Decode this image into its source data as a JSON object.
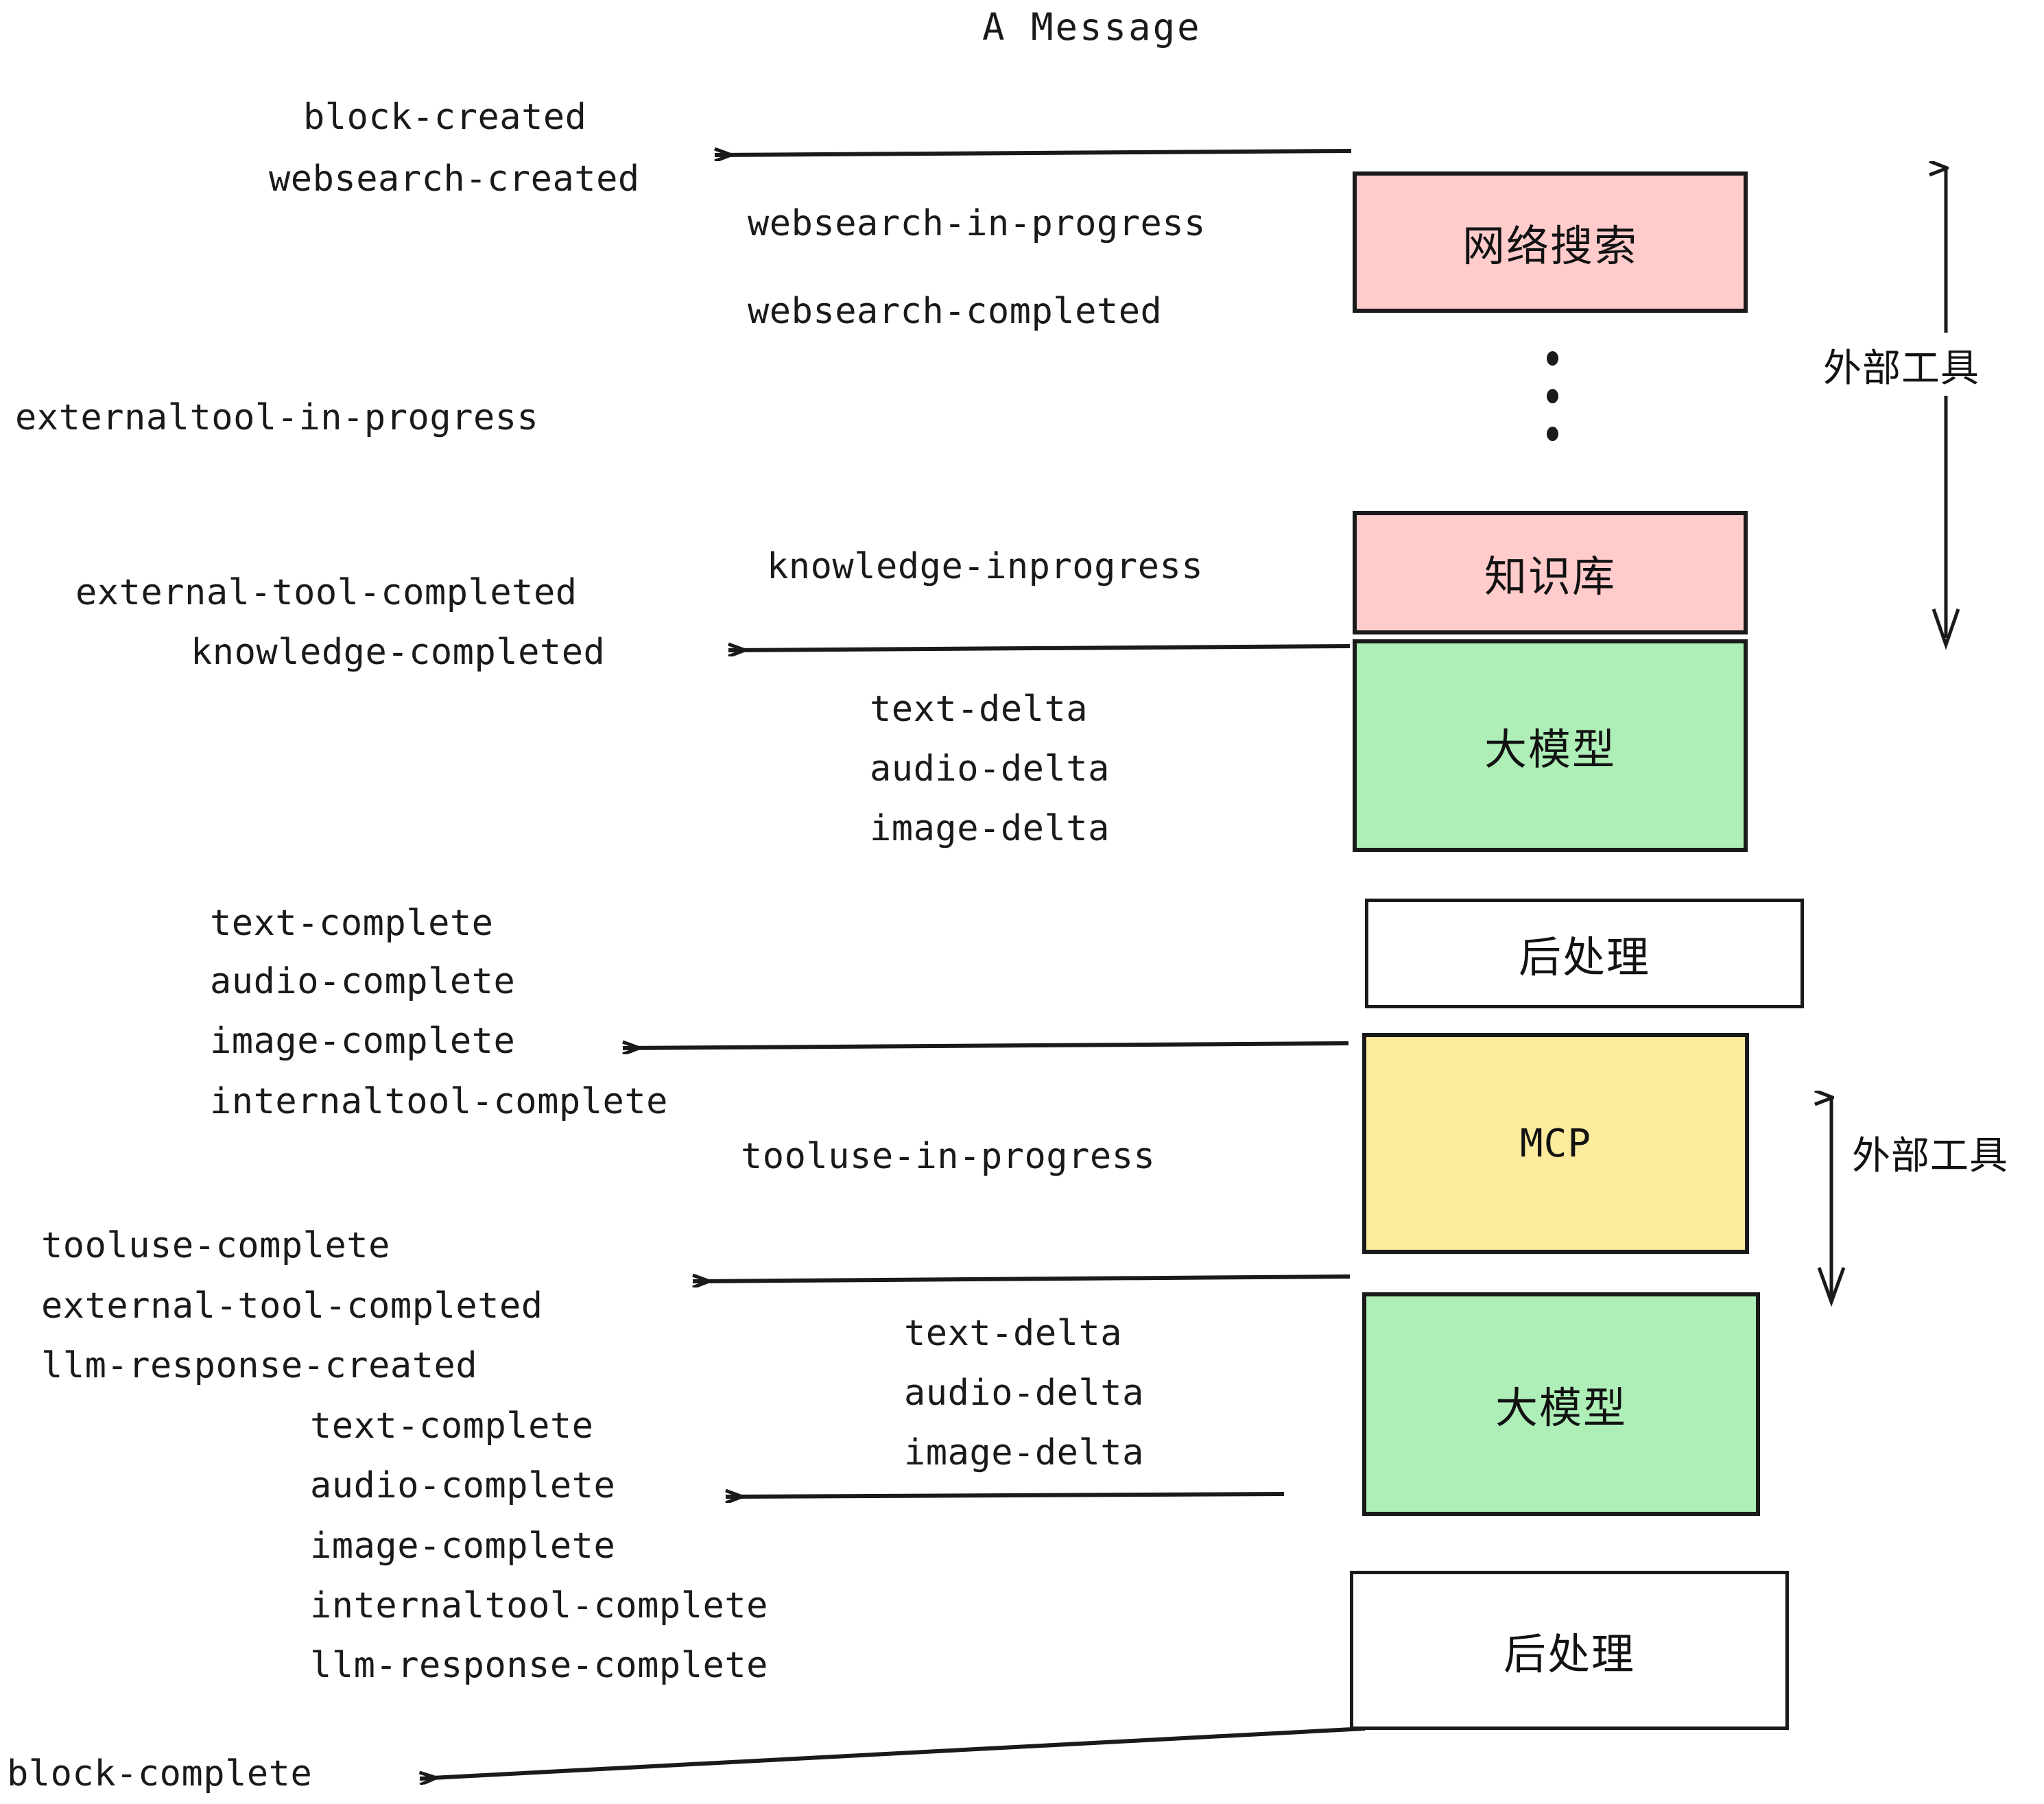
{
  "title": "A Message",
  "colors": {
    "pink": "#ffcccb",
    "green": "#aeefb8",
    "yellow": "#fdeb9d",
    "white": "#ffffff",
    "stroke": "#1a1a1a"
  },
  "nodes": [
    {
      "id": "websearch",
      "label": "网络搜索",
      "fill": "pink"
    },
    {
      "id": "knowledgebase",
      "label": "知识库",
      "fill": "pink"
    },
    {
      "id": "llm-1",
      "label": "大模型",
      "fill": "green"
    },
    {
      "id": "postprocess-1",
      "label": "后处理",
      "fill": "white"
    },
    {
      "id": "mcp",
      "label": "MCP",
      "fill": "yellow"
    },
    {
      "id": "llm-2",
      "label": "大模型",
      "fill": "green"
    },
    {
      "id": "postprocess-2",
      "label": "后处理",
      "fill": "white"
    }
  ],
  "group_labels": [
    {
      "id": "external-tools-top",
      "label": "外部工具"
    },
    {
      "id": "external-tools-bottom",
      "label": "外部工具"
    }
  ],
  "events": {
    "block_created": "block-created",
    "websearch_created": "websearch-created",
    "websearch_in_progress": "websearch-in-progress",
    "websearch_completed": "websearch-completed",
    "externaltool_in_progress": "externaltool-in-progress",
    "knowledge_inprogress": "knowledge-inprogress",
    "external_tool_completed_1": "external-tool-completed",
    "knowledge_completed": "knowledge-completed",
    "text_delta_1": "text-delta",
    "audio_delta_1": "audio-delta",
    "image_delta_1": "image-delta",
    "text_complete_1": "text-complete",
    "audio_complete_1": "audio-complete",
    "image_complete_1": "image-complete",
    "internaltool_complete_1": "internaltool-complete",
    "tooluse_in_progress": "tooluse-in-progress",
    "tooluse_complete": "tooluse-complete",
    "external_tool_completed_2": "external-tool-completed",
    "llm_response_created": "llm-response-created",
    "text_delta_2": "text-delta",
    "audio_delta_2": "audio-delta",
    "image_delta_2": "image-delta",
    "text_complete_2": "text-complete",
    "audio_complete_2": "audio-complete",
    "image_complete_2": "image-complete",
    "internaltool_complete_2": "internaltool-complete",
    "llm_response_complete": "llm-response-complete",
    "block_complete": "block-complete"
  }
}
